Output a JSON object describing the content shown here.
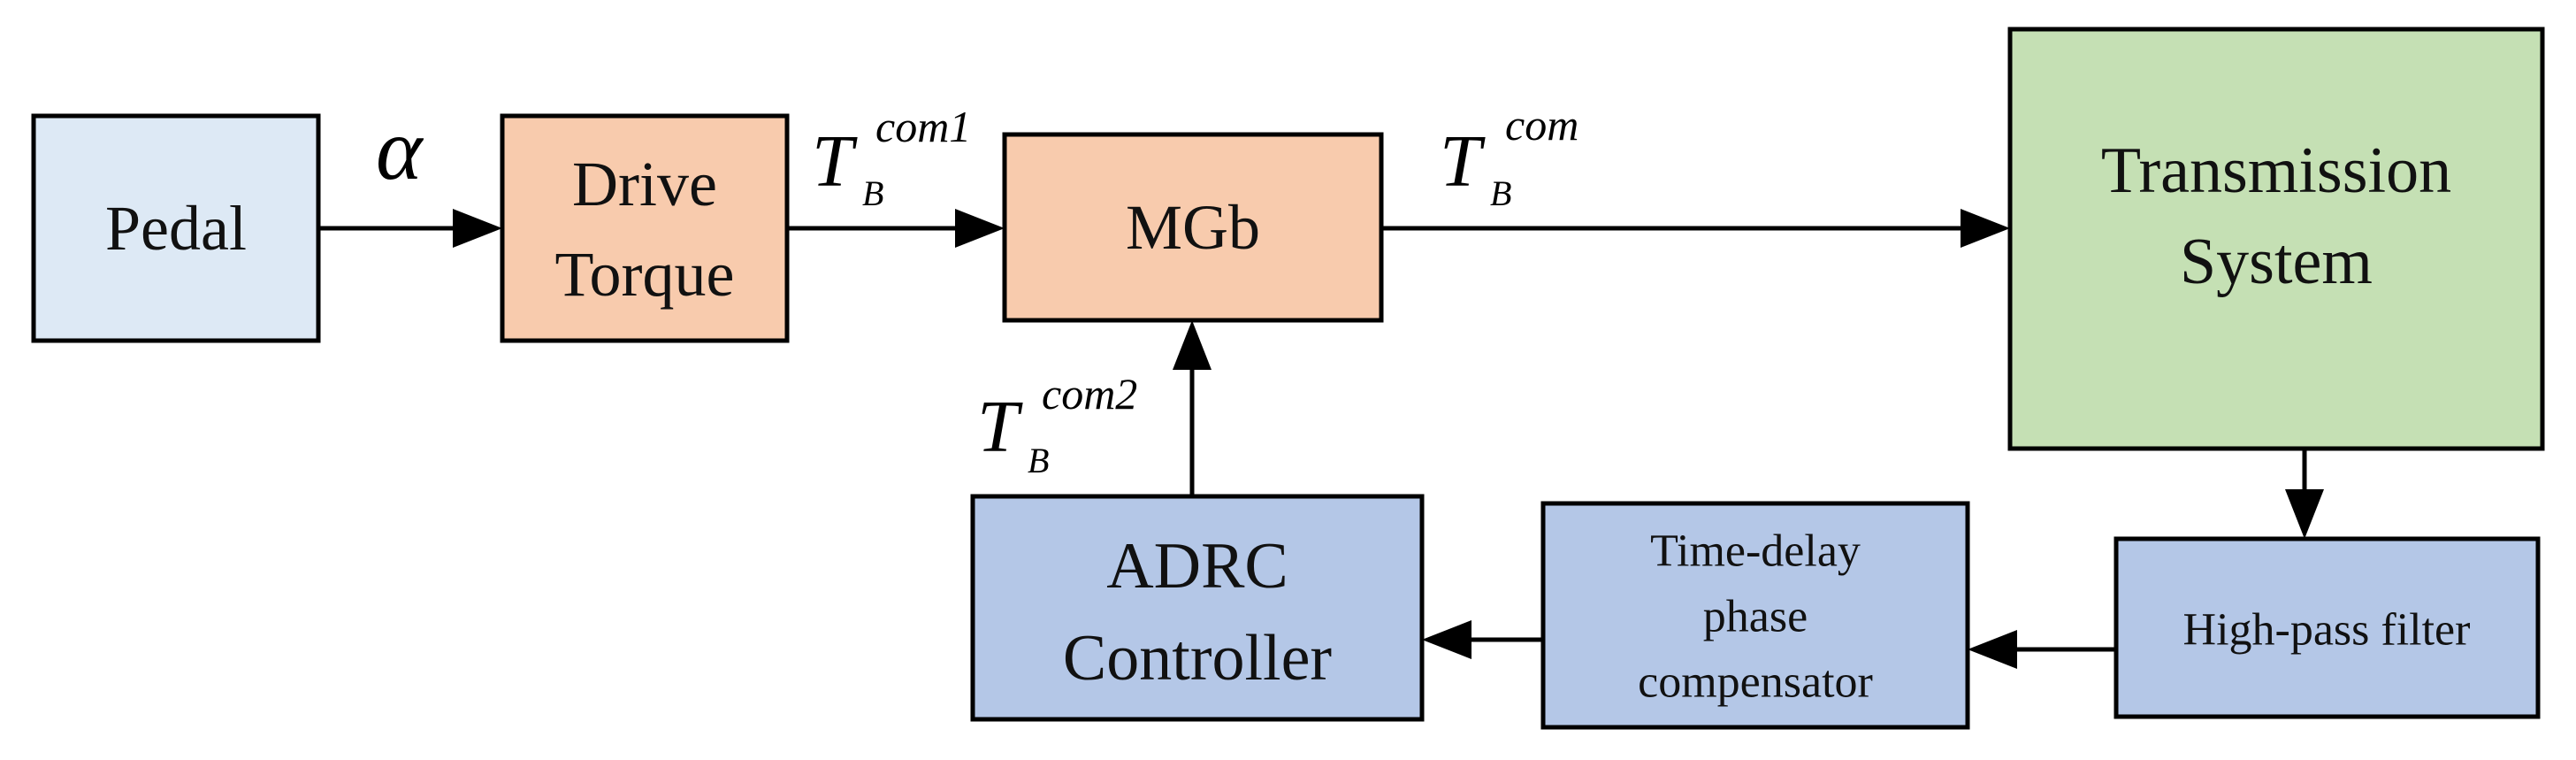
{
  "colors": {
    "input": "#dde9f5",
    "drive": "#f8cbad",
    "plant": "#c5e0b4",
    "control": "#b4c7e7",
    "line": "#000000"
  },
  "blocks": {
    "pedal": {
      "line1": "Pedal"
    },
    "drive_torque": {
      "line1": "Drive",
      "line2": "Torque"
    },
    "mgb": {
      "line1": "MGb"
    },
    "transmission": {
      "line1": "Transmission",
      "line2": "System"
    },
    "high_pass": {
      "line1": "High-pass filter"
    },
    "compensator": {
      "line1": "Time-delay",
      "line2": "phase",
      "line3": "compensator"
    },
    "adrc": {
      "line1": "ADRC",
      "line2": "Controller"
    }
  },
  "signals": {
    "alpha": "α",
    "tb_com1": {
      "base": "T",
      "sub": "B",
      "sup": "com1"
    },
    "tb_com": {
      "base": "T",
      "sub": "B",
      "sup": "com"
    },
    "tb_com2": {
      "base": "T",
      "sub": "B",
      "sup": "com2"
    }
  }
}
